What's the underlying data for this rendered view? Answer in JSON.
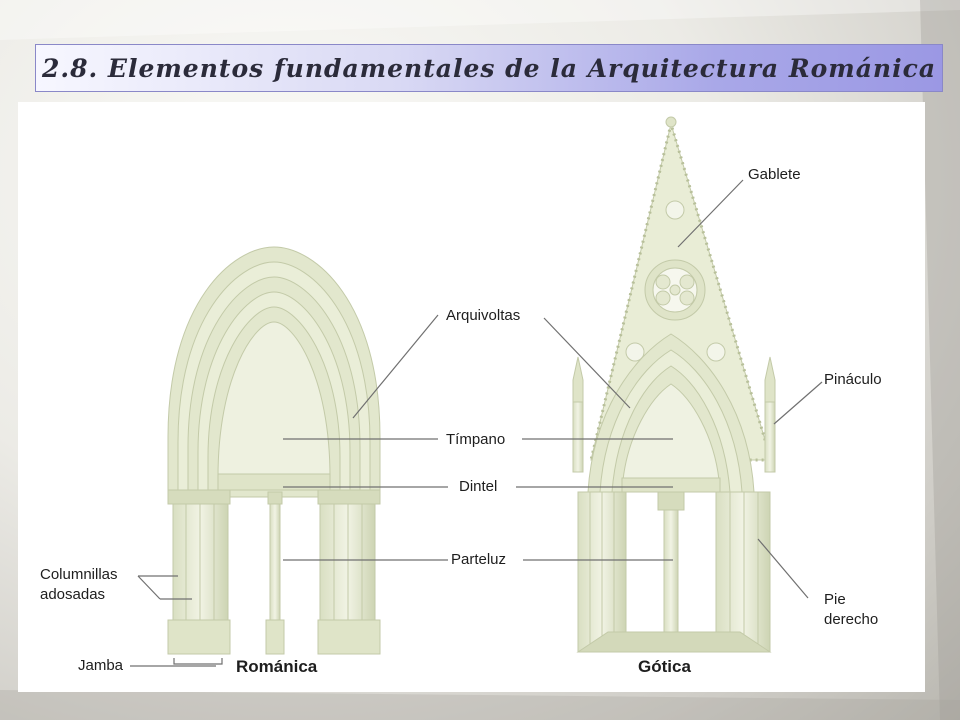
{
  "slide": {
    "title": "2.8. Elementos fundamentales de la Arquitectura Románica"
  },
  "diagram": {
    "labels": {
      "gablete": "Gablete",
      "arquivoltas": "Arquivoltas",
      "pinaculo": "Pináculo",
      "timpano": "Tímpano",
      "dintel": "Dintel",
      "parteluz": "Parteluz",
      "columnillas_line1": "Columnillas",
      "columnillas_line2": "adosadas",
      "pie_line1": "Pie",
      "pie_line2": "derecho",
      "jamba": "Jamba"
    },
    "captions": {
      "romanica": "Románica",
      "gotica": "Gótica"
    }
  },
  "colors": {
    "title_gradient_end": "#9b98e4",
    "stone_fill": "#e8ecd6",
    "stone_stroke": "#c8cfb0",
    "leader_line": "#707070"
  }
}
